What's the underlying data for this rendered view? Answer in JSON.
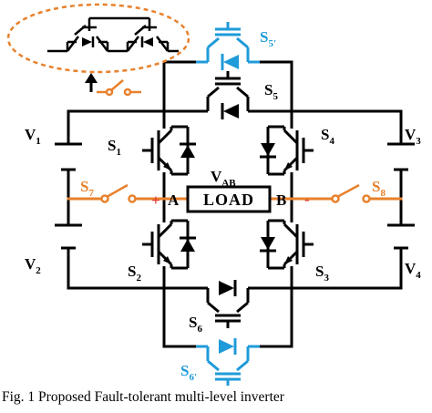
{
  "colors": {
    "wire": "#000000",
    "blue": "#1f9bd9",
    "orange": "#e8812c"
  },
  "labels": {
    "v1": {
      "main": "V",
      "sub": "1"
    },
    "v2": {
      "main": "V",
      "sub": "2"
    },
    "v3": {
      "main": "V",
      "sub": "3"
    },
    "v4": {
      "main": "V",
      "sub": "4"
    },
    "s1": {
      "main": "S",
      "sub": "1"
    },
    "s2": {
      "main": "S",
      "sub": "2"
    },
    "s3": {
      "main": "S",
      "sub": "3"
    },
    "s4": {
      "main": "S",
      "sub": "4"
    },
    "s5": {
      "main": "S",
      "sub": "5"
    },
    "s5p": {
      "main": "S",
      "sub": "5'"
    },
    "s6": {
      "main": "S",
      "sub": "6"
    },
    "s6p": {
      "main": "S",
      "sub": "6'"
    },
    "s7": {
      "main": "S",
      "sub": "7"
    },
    "s8": {
      "main": "S",
      "sub": "8"
    },
    "vab": {
      "main": "V",
      "sub": "AB"
    },
    "node_a": "A",
    "node_b": "B",
    "plus": "+",
    "minus": "-",
    "load": "LOAD"
  },
  "caption": "Fig. 1 Proposed Fault-tolerant multi-level inverter"
}
